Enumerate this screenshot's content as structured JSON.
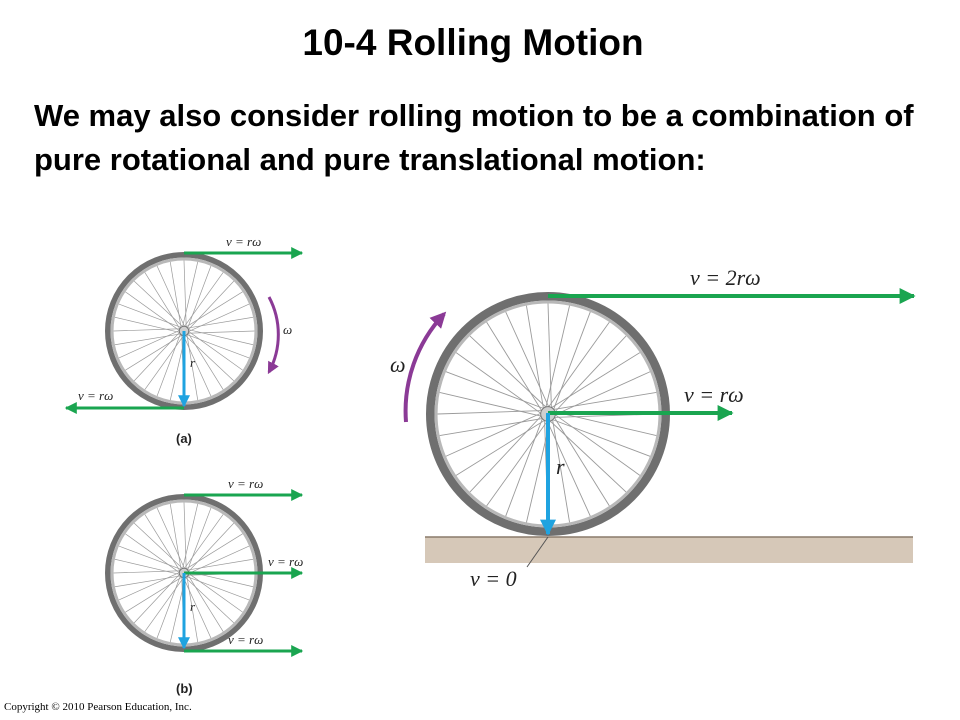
{
  "slide": {
    "title": "10-4 Rolling Motion",
    "body": "We may also consider rolling motion to be a combination of pure rotational and pure translational motion:",
    "copyright": "Copyright © 2010 Pearson Education, Inc."
  },
  "figure_a": {
    "caption": "(a)",
    "top_velocity": "v = rω",
    "bottom_velocity": "v = rω",
    "omega": "ω",
    "radius": "r"
  },
  "figure_b": {
    "caption": "(b)",
    "top_velocity": "v = rω",
    "center_velocity": "v = rω",
    "bottom_velocity": "v = rω",
    "radius": "r"
  },
  "figure_c": {
    "top_velocity": "v = 2rω",
    "center_velocity": "v = rω",
    "contact_velocity": "v = 0",
    "omega": "ω",
    "radius": "r"
  },
  "colors": {
    "velocity_arrow": "#1aa550",
    "radius_arrow": "#1fa3e0",
    "omega_arrow": "#8b3a96",
    "ground": "#c9b9a7",
    "tire": "#6f6f6f",
    "rim": "#b8b8b8"
  }
}
